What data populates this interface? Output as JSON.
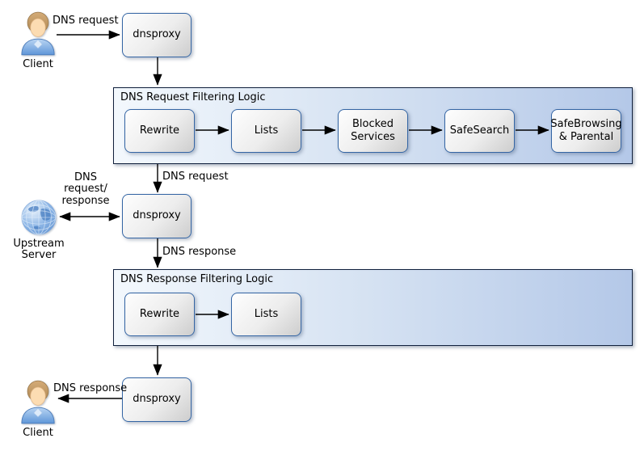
{
  "nodes": {
    "client_top": "Client",
    "client_bottom": "Client",
    "upstream_server": "Upstream\nServer",
    "dnsproxy_top": "dnsproxy",
    "dnsproxy_middle": "dnsproxy",
    "dnsproxy_bottom": "dnsproxy"
  },
  "request_filter": {
    "title": "DNS Request Filtering Logic",
    "steps": [
      "Rewrite",
      "Lists",
      "Blocked\nServices",
      "SafeSearch",
      "SafeBrowsing\n& Parental"
    ]
  },
  "response_filter": {
    "title": "DNS Response Filtering Logic",
    "steps": [
      "Rewrite",
      "Lists"
    ]
  },
  "edges": {
    "client_to_proxy": "DNS request",
    "filter_to_proxy": "DNS request",
    "upstream_exchange": "DNS\nrequest/\nresponse",
    "proxy_to_response_filter": "DNS response",
    "proxy_to_client": "DNS response"
  },
  "colors": {
    "node_border": "#3465a4",
    "container_border": "#10203c",
    "container_fill_left": "#f3f8fd",
    "container_fill_right": "#b4c8e8",
    "arrow": "#000000"
  }
}
